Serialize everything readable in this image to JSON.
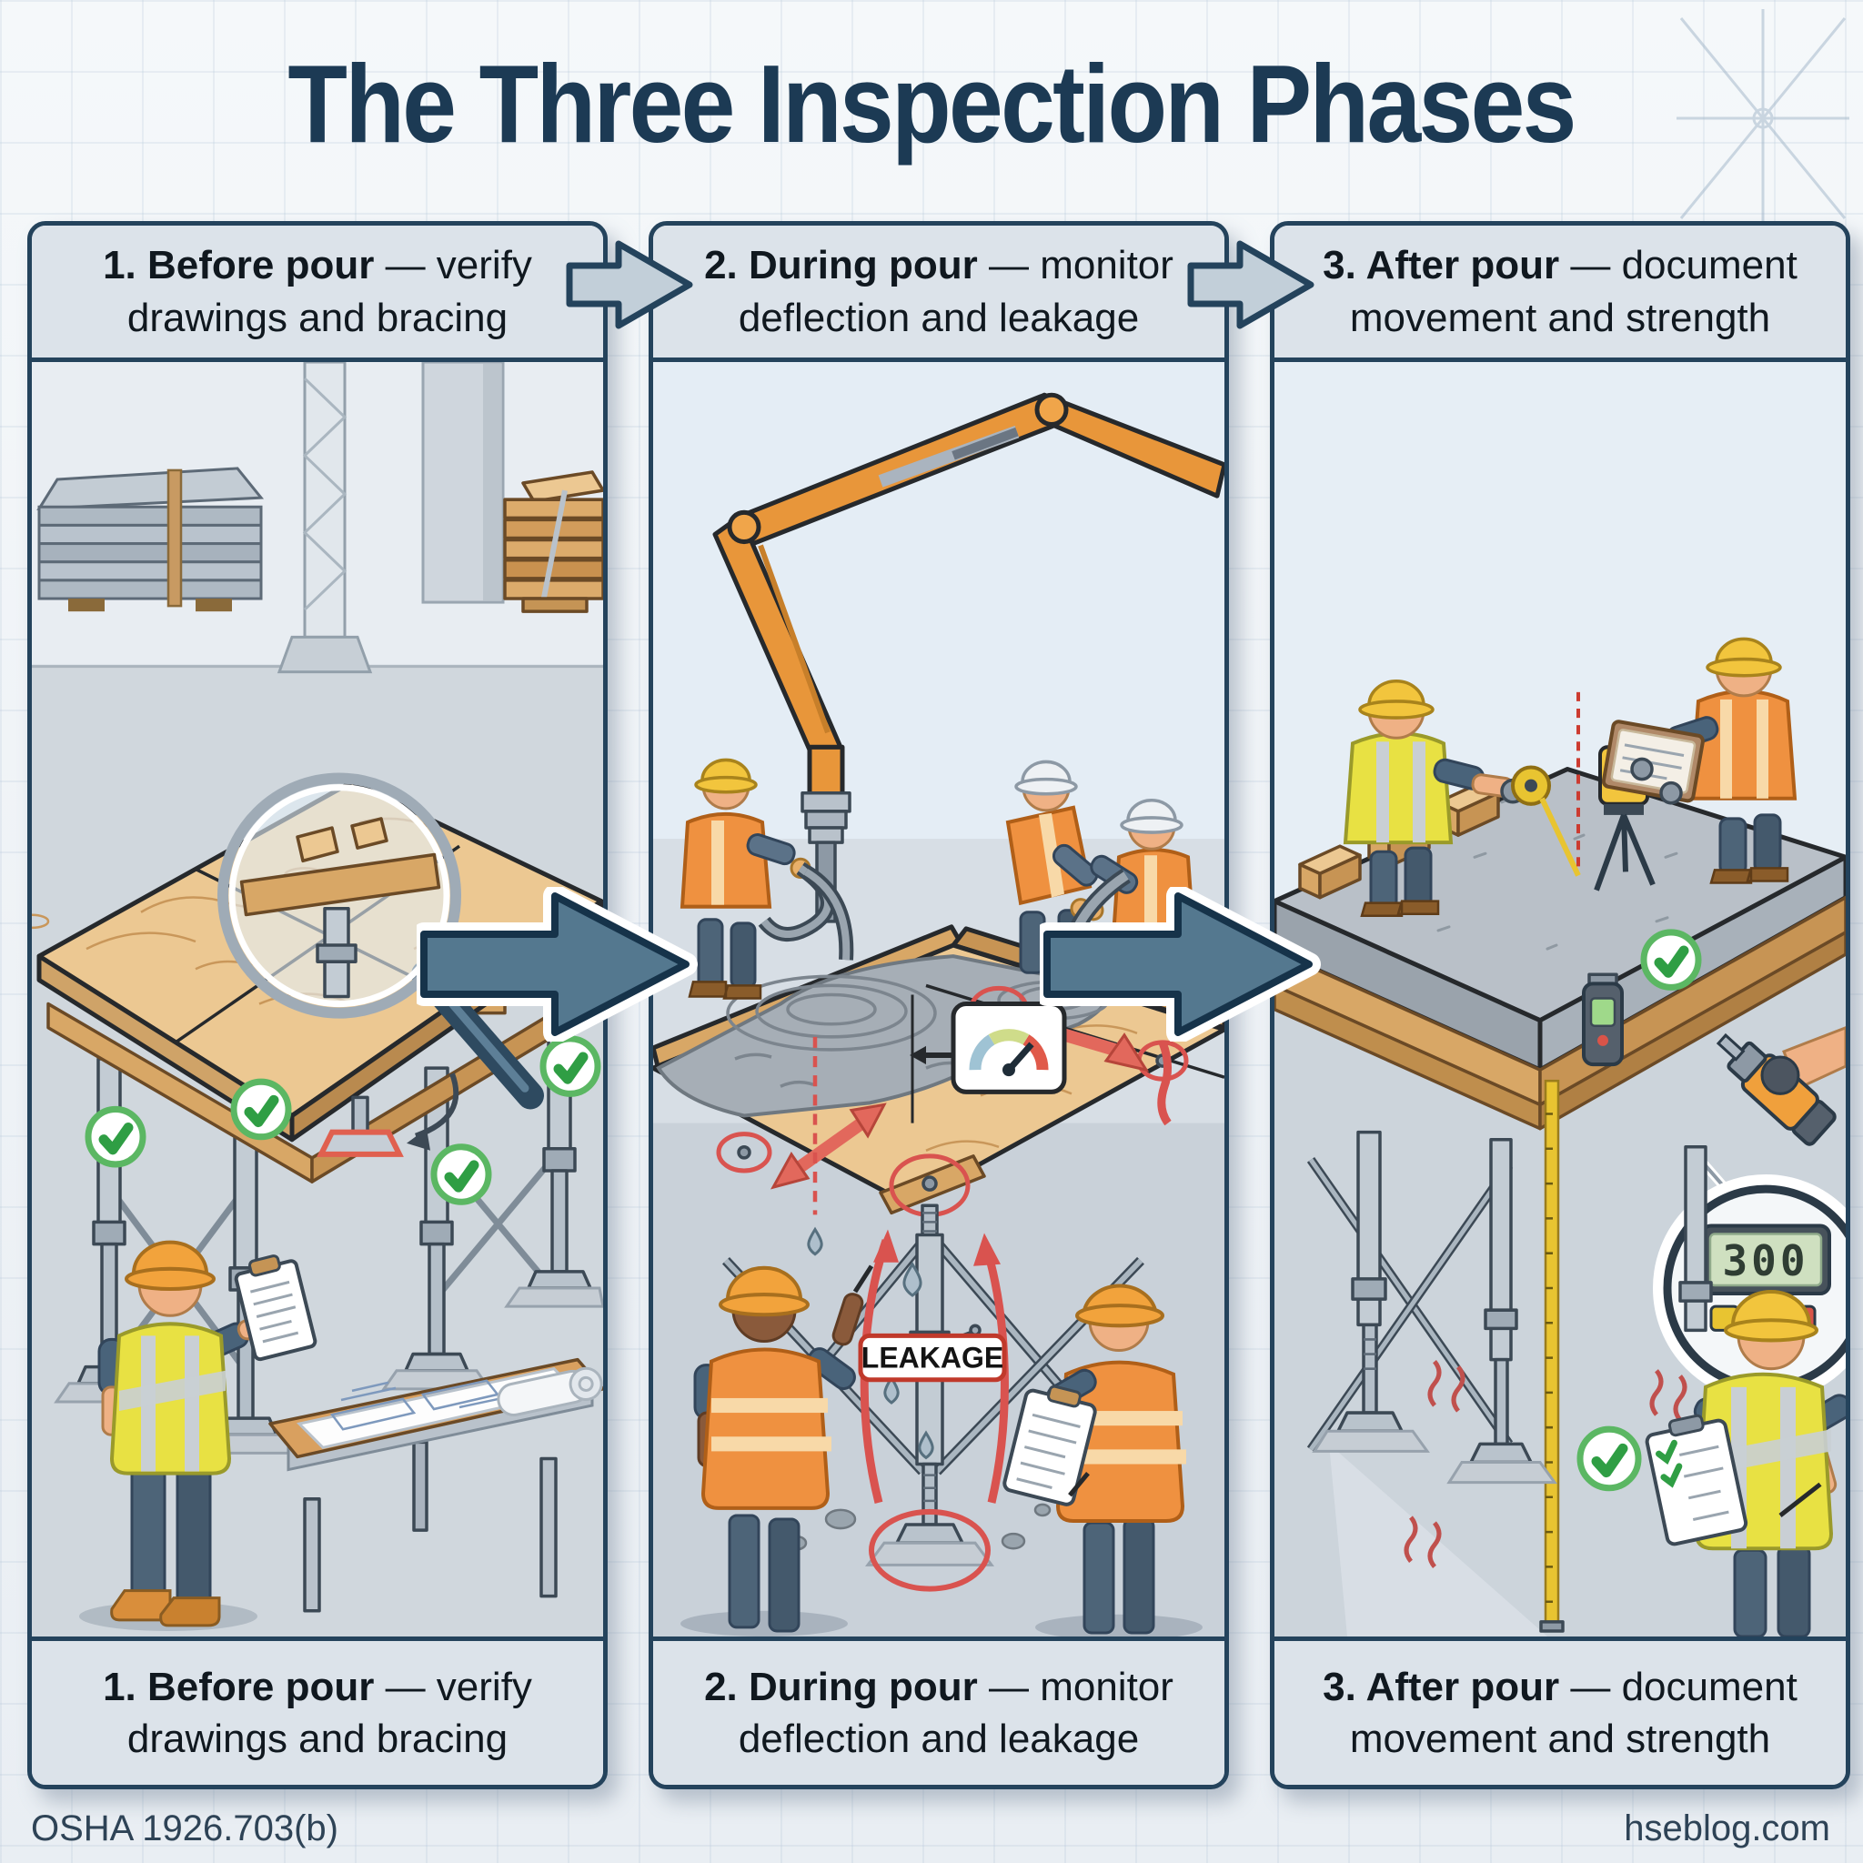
{
  "title": "The Three Inspection Phases",
  "phases": [
    {
      "title": "1. Before pour",
      "subtitle": "— verify drawings and bracing"
    },
    {
      "title": "2. During pour",
      "subtitle": "— monitor deflection and leakage"
    },
    {
      "title": "3. After pour",
      "subtitle": "— document movement and strength"
    }
  ],
  "annotations": {
    "leakage_label": "LEAKAGE",
    "rebound_display_value": "300"
  },
  "footer": {
    "left": "OSHA 1926.703(b)",
    "right": "hseblog.com"
  },
  "colors": {
    "title_navy": "#1c3a54",
    "panel_border": "#24435c",
    "panel_header_bg": "#dce3ea",
    "arrow_light": "#c2cfd9",
    "arrow_steel": "#54788f",
    "check_green": "#2f9e44",
    "warning_red": "#d9534f",
    "plywood": "#ecc892",
    "lumber": "#d8a766",
    "concrete_wet": "#a6aeb6",
    "concrete_cured": "#b9c0c8",
    "machine_orange": "#e8963a",
    "vest_orange": "#ef9140",
    "vest_yellow": "#e8e143",
    "leakage_border": "#c0392b"
  }
}
